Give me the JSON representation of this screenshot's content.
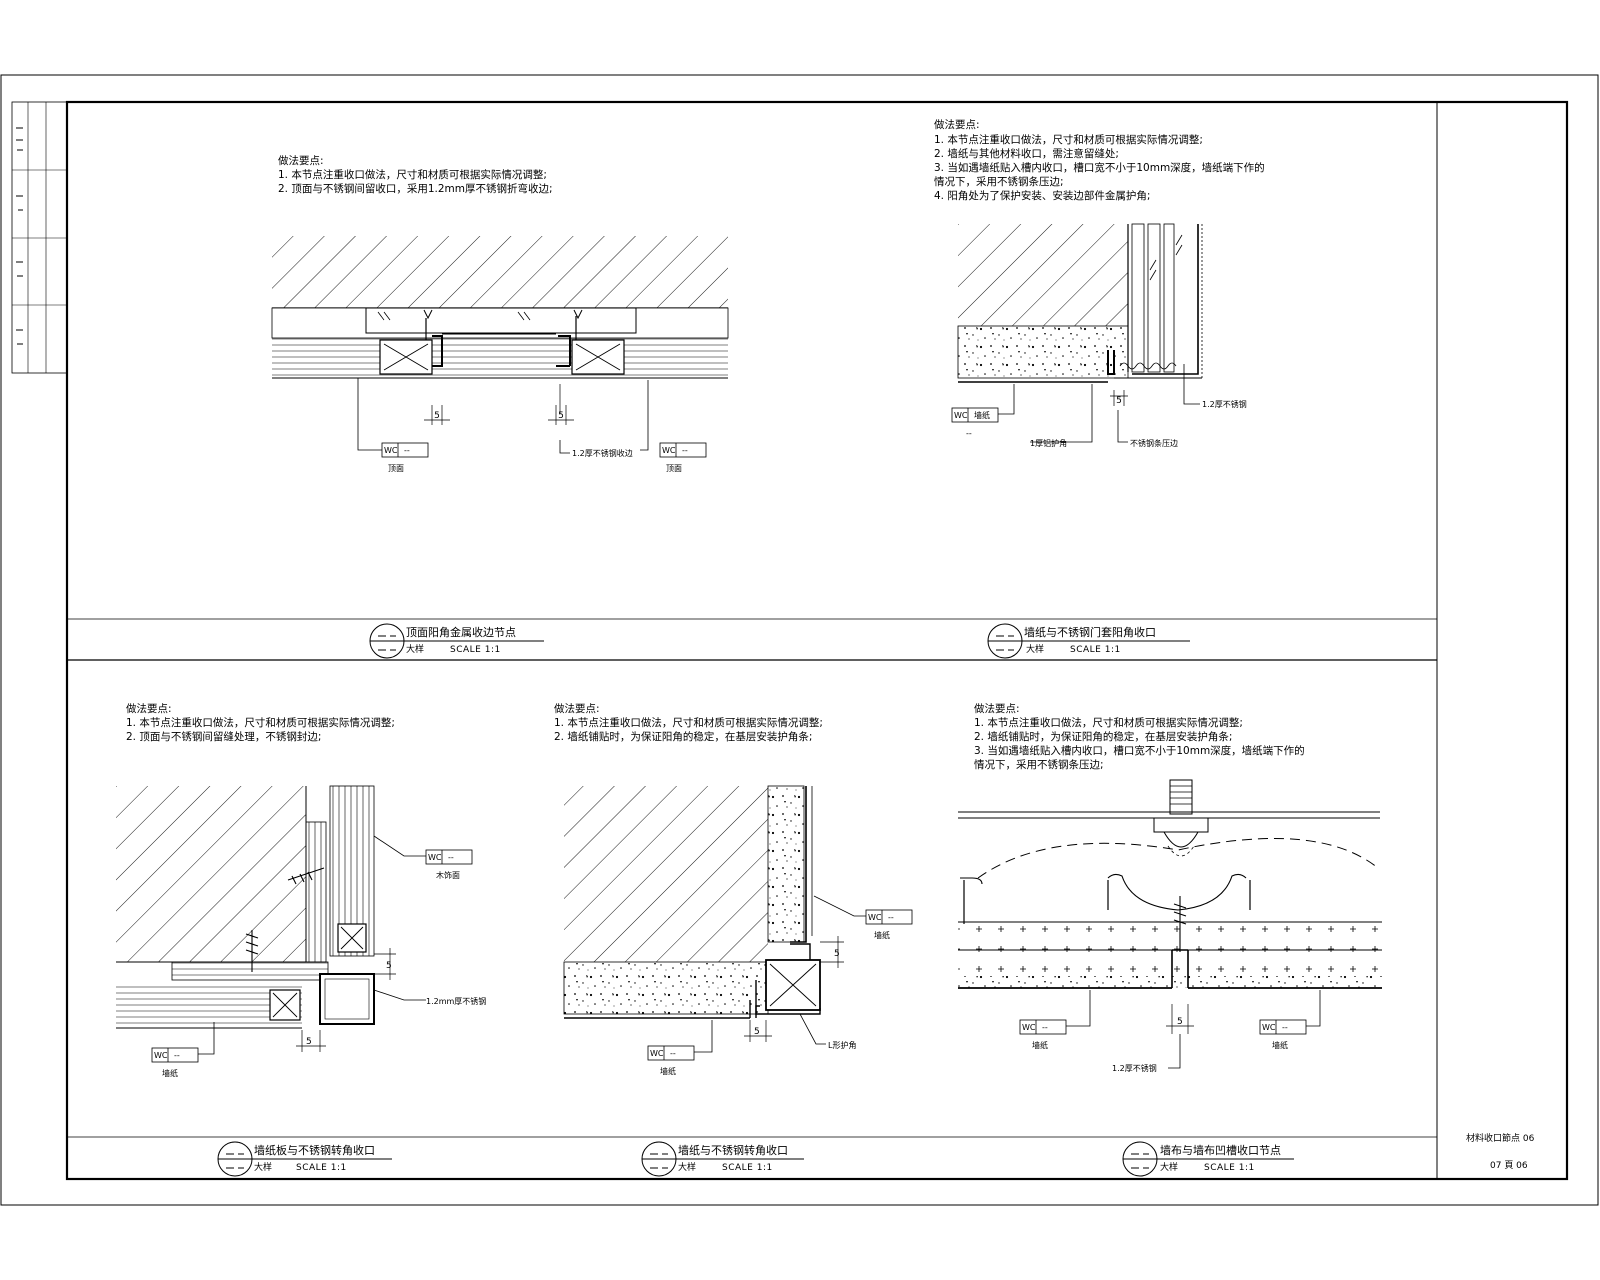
{
  "drawing": {
    "sheet_info": {
      "line1": "材料收口節点 06",
      "line2": "07 頁 06"
    }
  },
  "details": [
    {
      "notes": [
        "做法要点:",
        "1. 本节点注重收口做法，尺寸和材质可根据实际情况调整;",
        "2. 顶面与不锈钢间留收口，采用1.2mm厚不锈钢折弯收边;"
      ],
      "callouts": [
        {
          "code": "WC",
          "num": "--",
          "name": "顶面"
        },
        {
          "code": "WC",
          "num": "--",
          "name": "顶面"
        }
      ],
      "dims": [
        "5",
        "5"
      ],
      "leader": "1.2厚不锈钢收边",
      "title": "顶面阳角金属收边节点",
      "scale_word": "大样",
      "scale": "SCALE  1:1"
    },
    {
      "notes": [
        "做法要点:",
        "1. 本节点注重收口做法，尺寸和材质可根据实际情况调整;",
        "2. 墙纸与其他材料收口，需注意留缝处;",
        "3. 当如遇墙纸贴入槽内收口，槽口宽不小于10mm深度，墙纸端下作的",
        "   情况下，采用不锈钢条压边;",
        "4. 阳角处为了保护安装、安装边部件金属护角;"
      ],
      "callouts": [
        {
          "code": "WC",
          "num": "--",
          "name": "墙纸"
        }
      ],
      "dims": [
        "5"
      ],
      "leaders": [
        "1.2厚不锈钢",
        "1厚铝护角",
        "不锈钢条压边"
      ],
      "title": "墙纸与不锈钢门套阳角收口",
      "scale_word": "大样",
      "scale": "SCALE  1:1"
    },
    {
      "notes": [
        "做法要点:",
        "1. 本节点注重收口做法，尺寸和材质可根据实际情况调整;",
        "2. 顶面与不锈钢间留缝处理，不锈钢封边;"
      ],
      "callouts": [
        {
          "code": "WC",
          "num": "--",
          "name": "木饰面"
        },
        {
          "code": "WC",
          "num": "--",
          "name": "墙纸"
        }
      ],
      "dims": [
        "5",
        "5"
      ],
      "leader": "1.2mm厚不锈钢",
      "title": "墙纸板与不锈钢转角收口",
      "scale_word": "大样",
      "scale": "SCALE  1:1"
    },
    {
      "notes": [
        "做法要点:",
        "1. 本节点注重收口做法，尺寸和材质可根据实际情况调整;",
        "2. 墙纸铺贴时，为保证阳角的稳定，在基层安装护角条;"
      ],
      "callouts": [
        {
          "code": "WC",
          "num": "--",
          "name": "墙纸"
        },
        {
          "code": "WC",
          "num": "--",
          "name": "墙纸"
        }
      ],
      "dims": [
        "5",
        "5"
      ],
      "leader": "L形护角",
      "title": "墙纸与不锈钢转角收口",
      "scale_word": "大样",
      "scale": "SCALE  1:1"
    },
    {
      "notes": [
        "做法要点:",
        "1. 本节点注重收口做法，尺寸和材质可根据实际情况调整;",
        "2. 墙纸铺贴时，为保证阳角的稳定，在基层安装护角条;",
        "3. 当如遇墙纸贴入槽内收口，槽口宽不小于10mm深度，墙纸端下作的",
        "   情况下，采用不锈钢条压边;"
      ],
      "callouts": [
        {
          "code": "WC",
          "num": "--",
          "name": "墙纸"
        },
        {
          "code": "WC",
          "num": "--",
          "name": "墙纸"
        }
      ],
      "dims": [
        "5"
      ],
      "leader": "1.2厚不锈钢",
      "title": "墙布与墙布凹槽收口节点",
      "scale_word": "大样",
      "scale": "SCALE  1:1"
    }
  ]
}
